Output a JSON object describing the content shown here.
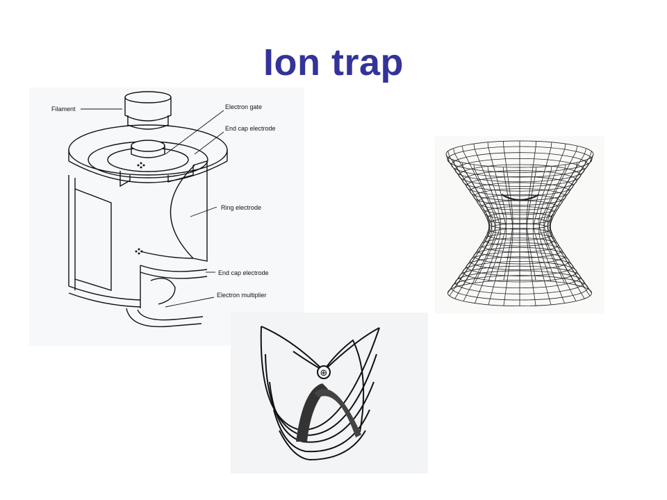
{
  "slide": {
    "title": "Ion trap",
    "title_color": "#333399"
  },
  "diagram": {
    "labels": {
      "filament": "Filament",
      "electron_gate": "Electron gate",
      "end_cap_top": "End cap electrode",
      "ring": "Ring electrode",
      "end_cap_bottom": "End cap electrode",
      "multiplier": "Electron multiplier"
    }
  },
  "saddle": {
    "ion_symbol": "⊕"
  }
}
